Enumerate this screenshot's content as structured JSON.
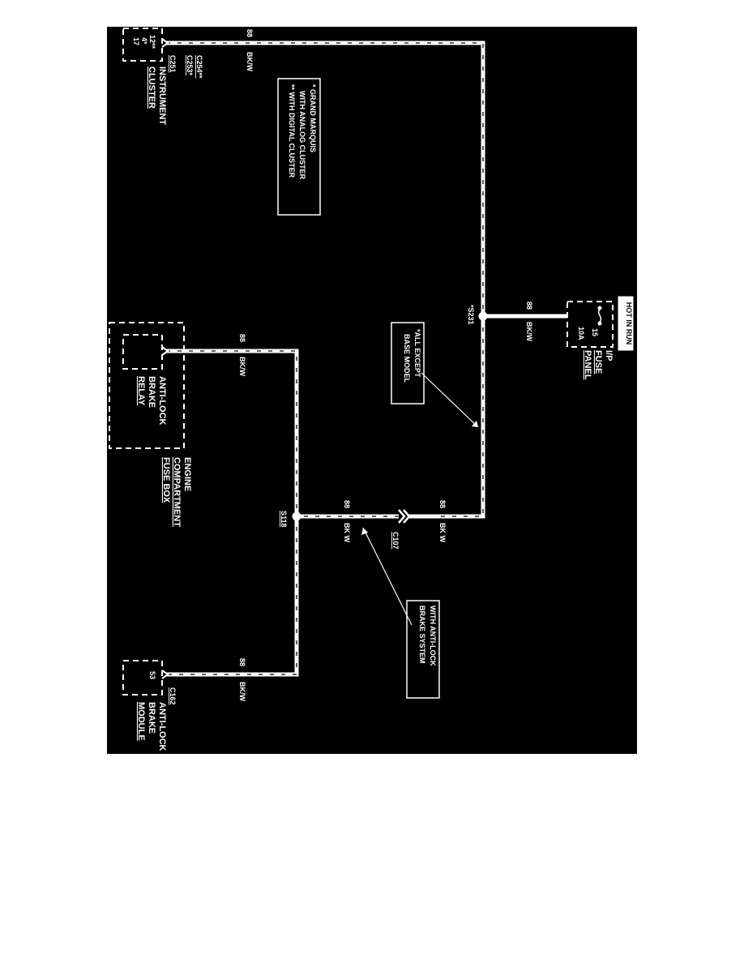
{
  "hot_in_run": "HOT IN RUN",
  "fuse_panel": {
    "line1": "I/P",
    "line2": "FUSE",
    "line3": "PANEL",
    "fuse_number": "15",
    "fuse_rating": "10A"
  },
  "wire_color": "BK/W",
  "wire_color_alt": "BK W",
  "circuit_number": "88",
  "splices": {
    "s231": "*S231",
    "s118": "S118"
  },
  "connectors": {
    "c107": "C107",
    "c162": "C162",
    "c251": "C251",
    "c253": "C253*",
    "c254": "C254**"
  },
  "notes": {
    "all_except": [
      "*ALL EXCEPT",
      "BASE MODEL"
    ],
    "abs": [
      "WITH ANTI-LOCK",
      "BRAKE SYSTEM"
    ],
    "grand_marquis": [
      "* GRAND MARQUIS",
      "WITH ANALOG CLUSTER",
      "** WITH DIGITAL CLUSTER"
    ]
  },
  "components": {
    "instrument_cluster": [
      "INSTRUMENT",
      "CLUSTER"
    ],
    "cluster_pins": [
      "12**",
      "4*",
      "17"
    ],
    "engine_fuse_box": [
      "ENGINE",
      "COMPARTMENT",
      "FUSE BOX"
    ],
    "abs_relay": [
      "ANTI-LOCK",
      "BRAKE",
      "RELAY"
    ],
    "abs_module": [
      "ANTI-LOCK",
      "BRAKE",
      "MODULE"
    ],
    "abs_module_pin": "53"
  },
  "colors": {
    "background": "#000000",
    "wire": "#ffffff",
    "page": "#ffffff"
  }
}
